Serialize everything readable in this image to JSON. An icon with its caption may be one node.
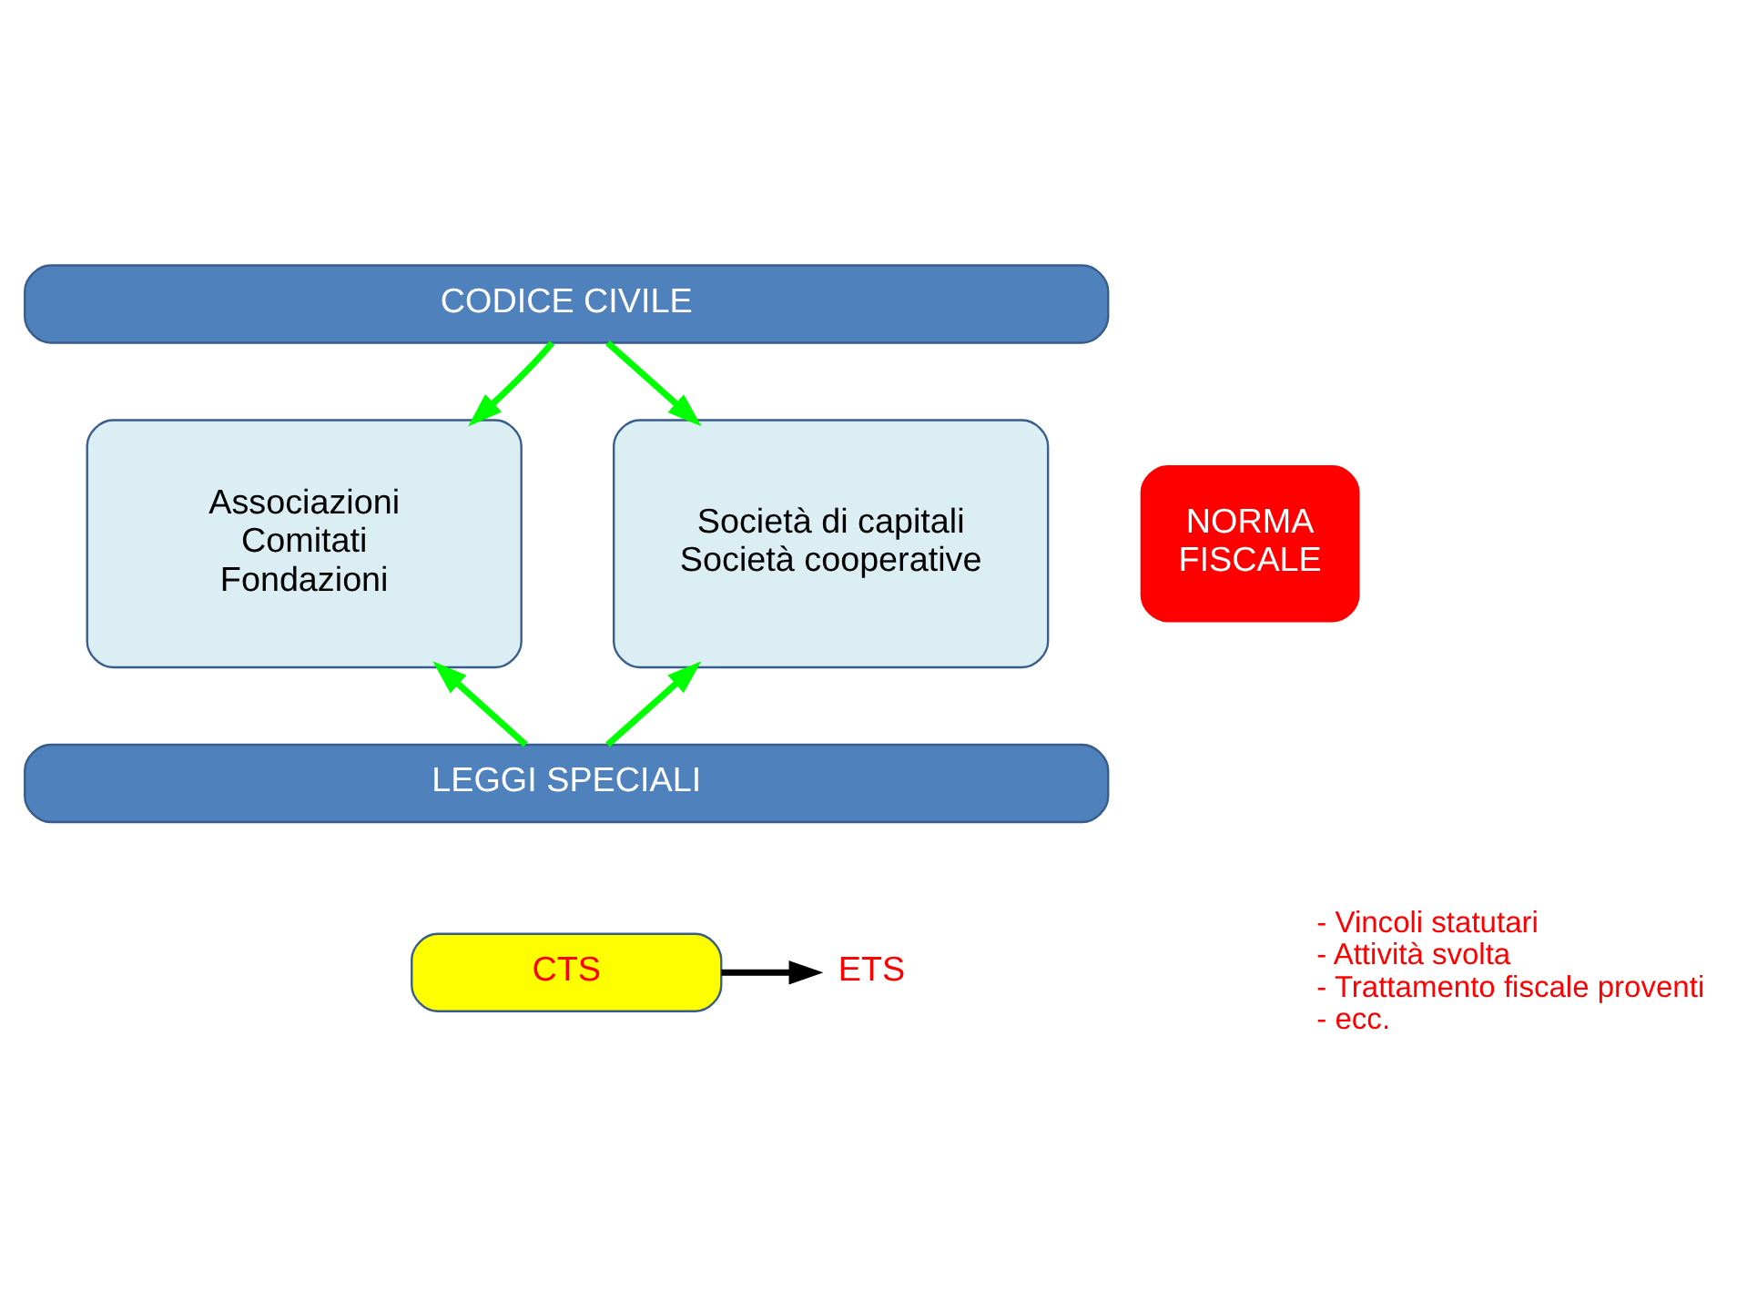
{
  "diagram": {
    "nodes": [
      {
        "text": [
          "CODICE CIVILE"
        ]
      },
      {
        "text": [
          "Associazioni Comitati Fondazioni"
        ]
      },
      {
        "text": [
          "Società di capitali Società cooperative"
        ]
      },
      {
        "text": [
          "LEGGI SPECIALI"
        ]
      },
      {
        "text": [
          "NORMA FISCALE"
        ]
      },
      {
        "text": [
          "CTS"
        ]
      },
      {
        "text": [
          "ETS"
        ]
      }
    ],
    "edges": [
      {
        "from": 0,
        "to": 1,
        "arrow": "to"
      },
      {
        "from": 0,
        "to": 2,
        "arrow": "to"
      },
      {
        "from": 3,
        "to": 1,
        "arrow": "to"
      },
      {
        "from": 3,
        "to": 2,
        "arrow": "to"
      },
      {
        "from": 5,
        "to": 6,
        "arrow": "to",
        "color": "#000000"
      }
    ],
    "labels": [
      "- Vincoli statutari",
      "- Attività svolta",
      "- Trattamento fiscale proventi",
      "- ecc."
    ]
  }
}
